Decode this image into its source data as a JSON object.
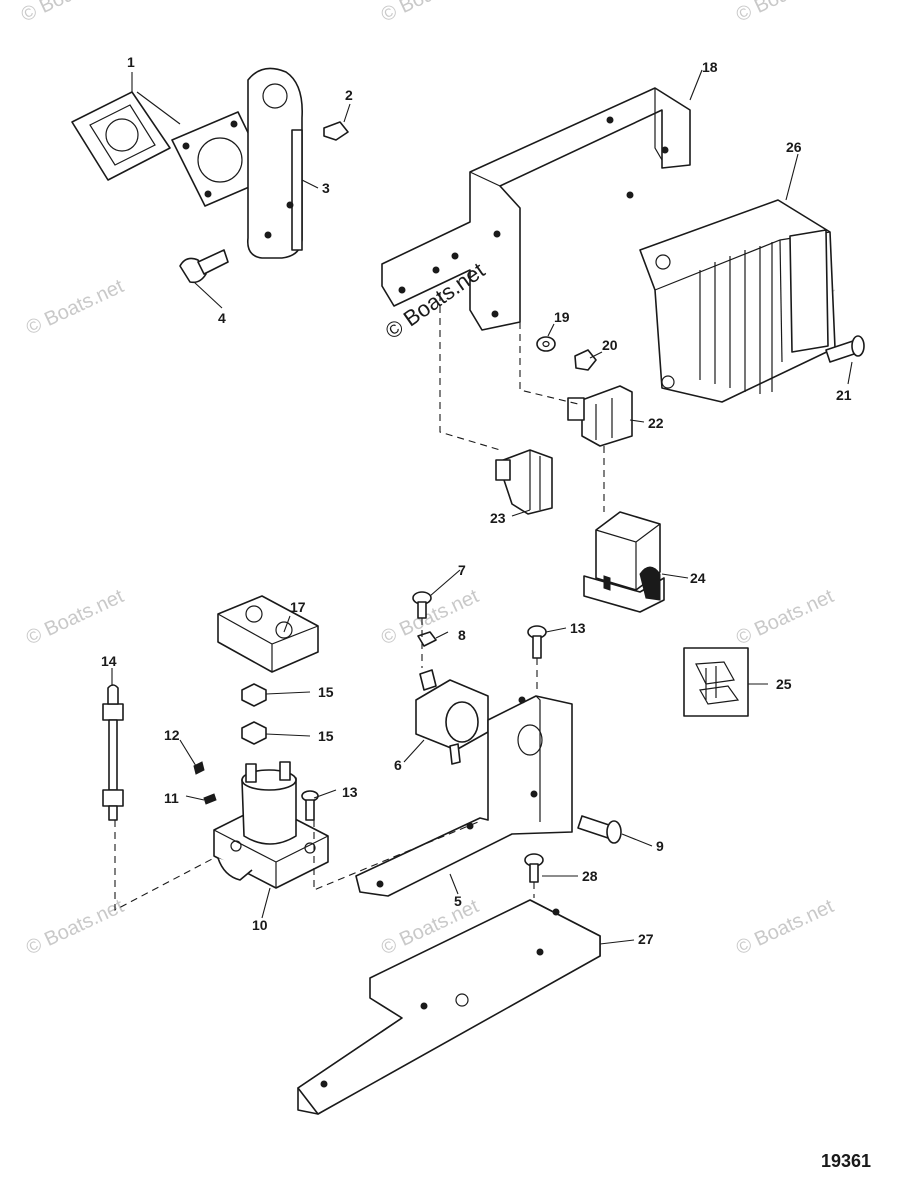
{
  "watermark": {
    "text": "© Boats.net"
  },
  "drawing_number": "19361",
  "callouts": {
    "c1": "1",
    "c2": "2",
    "c3": "3",
    "c4": "4",
    "c5": "5",
    "c6": "6",
    "c7": "7",
    "c8": "8",
    "c9": "9",
    "c10": "10",
    "c11": "11",
    "c12": "12",
    "c13a": "13",
    "c13b": "13",
    "c14": "14",
    "c15a": "15",
    "c15b": "15",
    "c17": "17",
    "c18": "18",
    "c19": "19",
    "c20": "20",
    "c21": "21",
    "c22": "22",
    "c23": "23",
    "c24": "24",
    "c25": "25",
    "c26": "26",
    "c27": "27",
    "c28": "28"
  }
}
